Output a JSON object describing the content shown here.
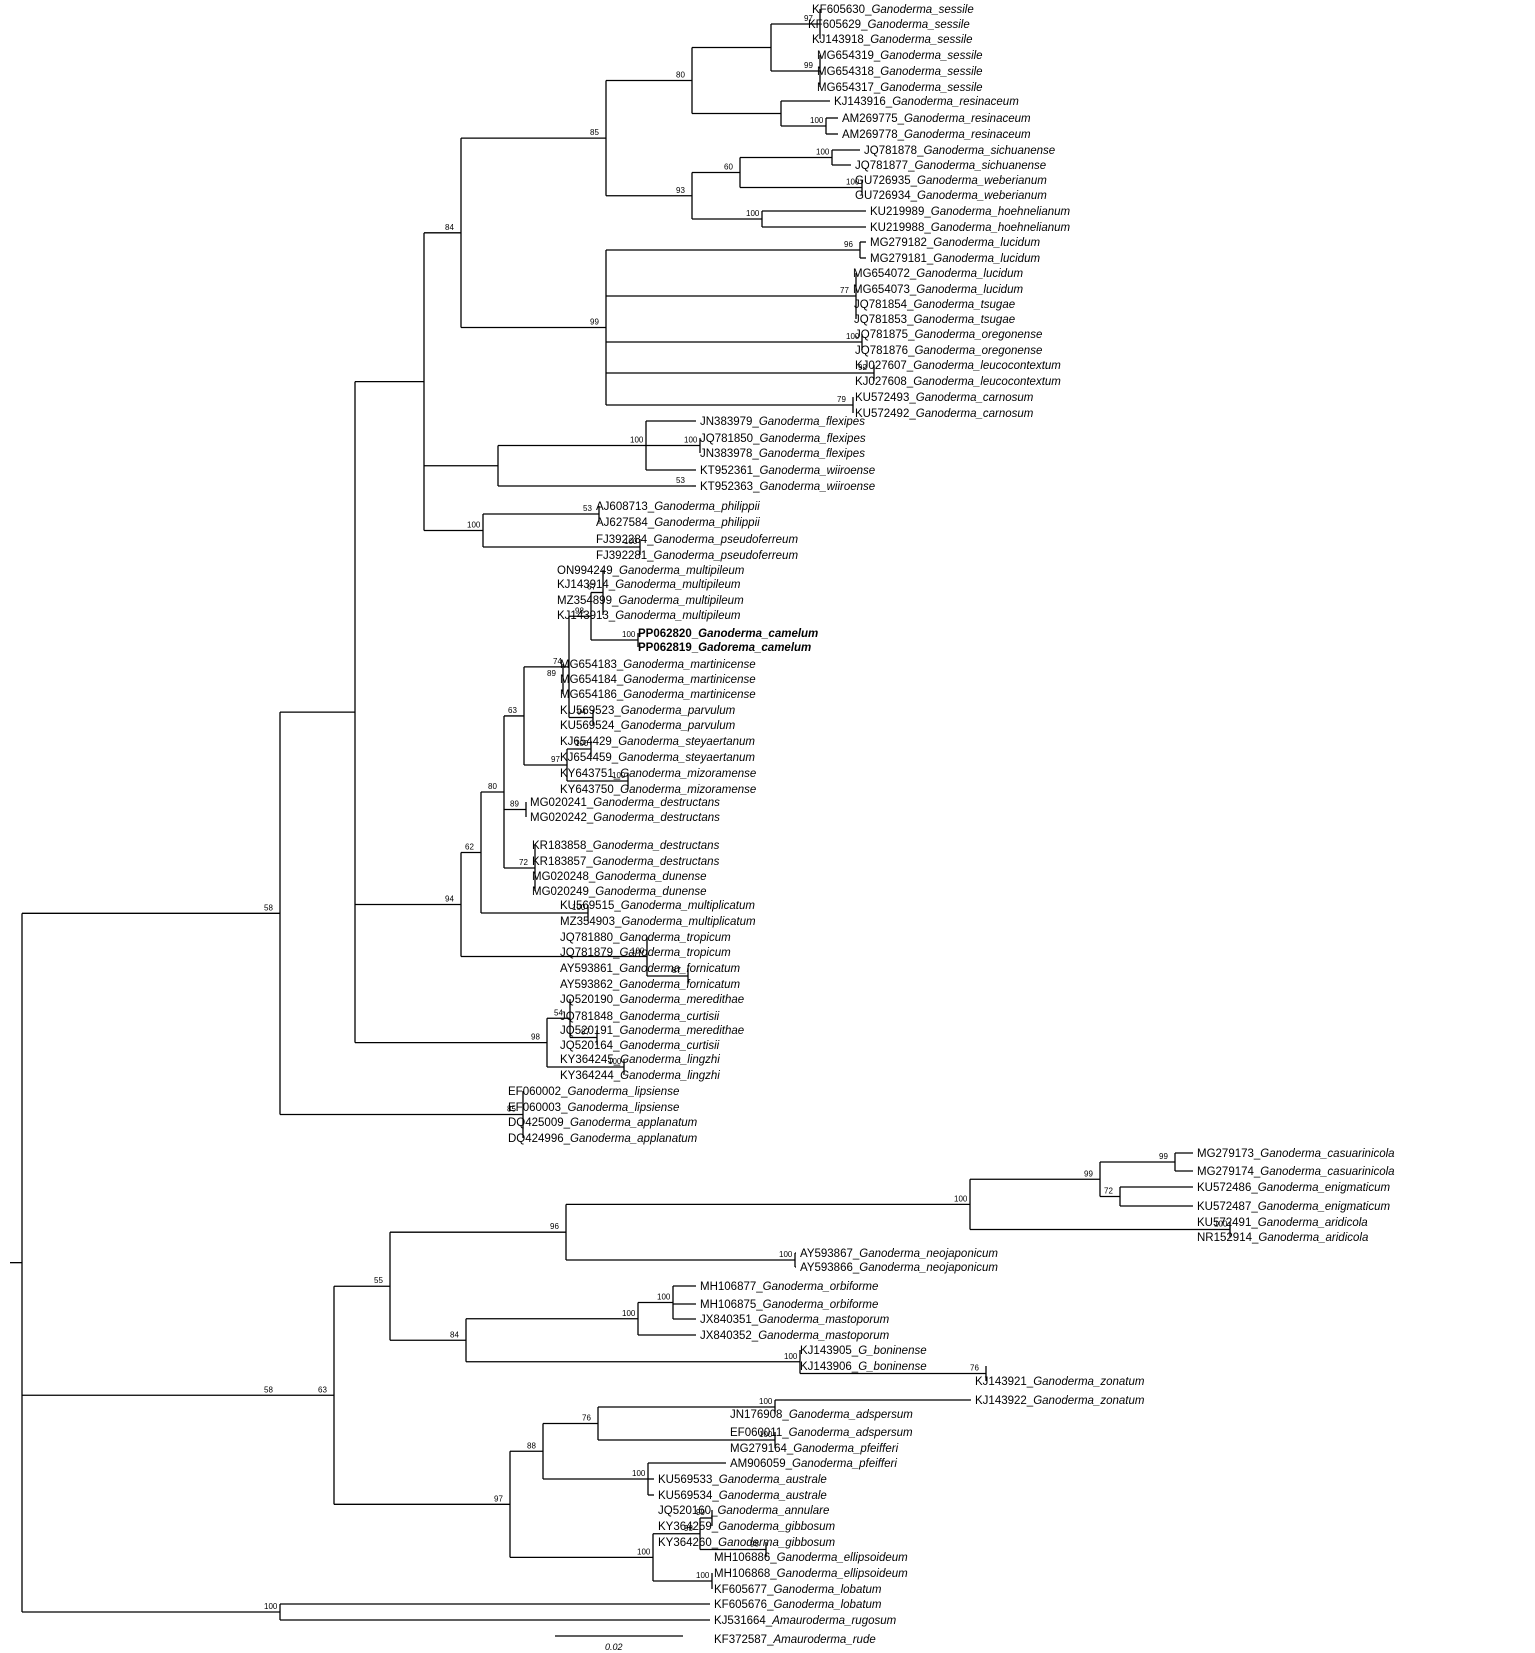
{
  "scale_bar": {
    "label": "0.02"
  },
  "supports": [
    "97",
    "99",
    "80",
    "100",
    "85",
    "100",
    "60",
    "93",
    "100",
    "100",
    "84",
    "96",
    "77",
    "99",
    "100",
    "92",
    "79",
    "100",
    "100",
    "53",
    "100",
    "100",
    "67",
    "84",
    "98",
    "100",
    "74",
    "89",
    "94",
    "63",
    "100",
    "97",
    "100",
    "80",
    "89",
    "72",
    "62",
    "100",
    "94",
    "100",
    "87",
    "54",
    "87",
    "98",
    "100",
    "85",
    "100",
    "58",
    "99",
    "100",
    "72",
    "100",
    "96",
    "100",
    "100",
    "100",
    "84",
    "100",
    "76",
    "55",
    "63",
    "100",
    "100",
    "76",
    "88",
    "100",
    "97",
    "99",
    "98",
    "98",
    "100",
    "100",
    "100"
  ],
  "leaves": [
    {
      "acc": "KF605630_",
      "sp": "Ganoderma_sessile"
    },
    {
      "acc": "KF605629_",
      "sp": "Ganoderma_sessile"
    },
    {
      "acc": "KJ143918_",
      "sp": "Ganoderma_sessile"
    },
    {
      "acc": "MG654319_",
      "sp": "Ganoderma_sessile"
    },
    {
      "acc": "MG654318_",
      "sp": "Ganoderma_sessile"
    },
    {
      "acc": "MG654317_",
      "sp": "Ganoderma_sessile"
    },
    {
      "acc": "KJ143916_",
      "sp": "Ganoderma_resinaceum"
    },
    {
      "acc": "AM269775_",
      "sp": "Ganoderma_resinaceum"
    },
    {
      "acc": "AM269778_",
      "sp": "Ganoderma_resinaceum"
    },
    {
      "acc": "JQ781878_",
      "sp": "Ganoderma_sichuanense"
    },
    {
      "acc": "JQ781877_",
      "sp": "Ganoderma_sichuanense"
    },
    {
      "acc": "GU726935_",
      "sp": "Ganoderma_weberianum"
    },
    {
      "acc": "GU726934_",
      "sp": "Ganoderma_weberianum"
    },
    {
      "acc": "KU219989_",
      "sp": "Ganoderma_hoehnelianum"
    },
    {
      "acc": "KU219988_",
      "sp": "Ganoderma_hoehnelianum"
    },
    {
      "acc": "MG279182_",
      "sp": "Ganoderma_lucidum"
    },
    {
      "acc": "MG279181_",
      "sp": "Ganoderma_lucidum"
    },
    {
      "acc": "MG654072_",
      "sp": "Ganoderma_lucidum"
    },
    {
      "acc": "MG654073_",
      "sp": "Ganoderma_lucidum"
    },
    {
      "acc": "JQ781854_",
      "sp": "Ganoderma_tsugae"
    },
    {
      "acc": "JQ781853_",
      "sp": "Ganoderma_tsugae"
    },
    {
      "acc": "JQ781875_",
      "sp": "Ganoderma_oregonense"
    },
    {
      "acc": "JQ781876_",
      "sp": "Ganoderma_oregonense"
    },
    {
      "acc": "KJ027607_",
      "sp": "Ganoderma_leucocontextum"
    },
    {
      "acc": "KJ027608_",
      "sp": "Ganoderma_leucocontextum"
    },
    {
      "acc": "KU572493_",
      "sp": "Ganoderma_carnosum"
    },
    {
      "acc": "KU572492_",
      "sp": "Ganoderma_carnosum"
    },
    {
      "acc": "JN383979_",
      "sp": "Ganoderma_flexipes"
    },
    {
      "acc": "JQ781850_",
      "sp": "Ganoderma_flexipes"
    },
    {
      "acc": "JN383978_",
      "sp": "Ganoderma_flexipes"
    },
    {
      "acc": "KT952361_",
      "sp": "Ganoderma_wiiroense"
    },
    {
      "acc": "KT952363_",
      "sp": "Ganoderma_wiiroense"
    },
    {
      "acc": "AJ608713_",
      "sp": "Ganoderma_philippii"
    },
    {
      "acc": "AJ627584_",
      "sp": "Ganoderma_philippii"
    },
    {
      "acc": "FJ392284_",
      "sp": "Ganoderma_pseudoferreum"
    },
    {
      "acc": "FJ392281_",
      "sp": "Ganoderma_pseudoferreum"
    },
    {
      "acc": "ON994249_",
      "sp": "Ganoderma_multipileum"
    },
    {
      "acc": "KJ143914_",
      "sp": "Ganoderma_multipileum"
    },
    {
      "acc": "MZ354899_",
      "sp": "Ganoderma_multipileum"
    },
    {
      "acc": "KJ143913_",
      "sp": "Ganoderma_multipileum"
    },
    {
      "acc": "PP062820_",
      "sp": "Ganoderma_camelum",
      "bold": true
    },
    {
      "acc": "PP062819_",
      "sp": "Gadorema_camelum",
      "bold": true
    },
    {
      "acc": "MG654183_",
      "sp": "Ganoderma_martinicense"
    },
    {
      "acc": "MG654184_",
      "sp": "Ganoderma_martinicense"
    },
    {
      "acc": "MG654186_",
      "sp": "Ganoderma_martinicense"
    },
    {
      "acc": "KU569523_",
      "sp": "Ganoderma_parvulum"
    },
    {
      "acc": "KU569524_",
      "sp": "Ganoderma_parvulum"
    },
    {
      "acc": "KJ654429_",
      "sp": "Ganoderma_steyaertanum"
    },
    {
      "acc": "KJ654459_",
      "sp": "Ganoderma_steyaertanum"
    },
    {
      "acc": "KY643751_",
      "sp": "Ganoderma_mizoramense"
    },
    {
      "acc": "KY643750_",
      "sp": "Ganoderma_mizoramense"
    },
    {
      "acc": "MG020241_",
      "sp": "Ganoderma_destructans"
    },
    {
      "acc": "MG020242_",
      "sp": "Ganoderma_destructans"
    },
    {
      "acc": "KR183858_",
      "sp": "Ganoderma_destructans"
    },
    {
      "acc": "KR183857_",
      "sp": "Ganoderma_destructans"
    },
    {
      "acc": "MG020248_",
      "sp": "Ganoderma_dunense"
    },
    {
      "acc": "MG020249_",
      "sp": "Ganoderma_dunense"
    },
    {
      "acc": "KU569515_",
      "sp": "Ganoderma_multiplicatum"
    },
    {
      "acc": "MZ354903_",
      "sp": "Ganoderma_multiplicatum"
    },
    {
      "acc": "JQ781880_",
      "sp": "Ganoderma_tropicum"
    },
    {
      "acc": "JQ781879_",
      "sp": "Ganoderma_tropicum"
    },
    {
      "acc": "AY593861_",
      "sp": "Ganoderma_fornicatum"
    },
    {
      "acc": "AY593862_",
      "sp": "Ganoderma_fornicatum"
    },
    {
      "acc": "JQ520190_",
      "sp": "Ganoderma_meredithae"
    },
    {
      "acc": "JQ781848_",
      "sp": "Ganoderma_curtisii"
    },
    {
      "acc": "JQ520191_",
      "sp": "Ganoderma_meredithae"
    },
    {
      "acc": "JQ520164_",
      "sp": "Ganoderma_curtisii"
    },
    {
      "acc": "KY364245_",
      "sp": "Ganoderma_lingzhi"
    },
    {
      "acc": "KY364244_",
      "sp": "Ganoderma_lingzhi"
    },
    {
      "acc": "EF060002_",
      "sp": "Ganoderma_lipsiense"
    },
    {
      "acc": "EF060003_",
      "sp": "Ganoderma_lipsiense"
    },
    {
      "acc": "DQ425009_",
      "sp": "Ganoderma_applanatum"
    },
    {
      "acc": "DQ424996_",
      "sp": "Ganoderma_applanatum"
    },
    {
      "acc": "MG279173_",
      "sp": "Ganoderma_casuarinicola"
    },
    {
      "acc": "MG279174_",
      "sp": "Ganoderma_casuarinicola"
    },
    {
      "acc": "KU572486_",
      "sp": "Ganoderma_enigmaticum"
    },
    {
      "acc": "KU572487_",
      "sp": "Ganoderma_enigmaticum"
    },
    {
      "acc": "KU572491_",
      "sp": "Ganoderma_aridicola"
    },
    {
      "acc": "NR152914_",
      "sp": "Ganoderma_aridicola"
    },
    {
      "acc": "AY593867_",
      "sp": "Ganoderma_neojaponicum"
    },
    {
      "acc": "AY593866_",
      "sp": "Ganoderma_neojaponicum"
    },
    {
      "acc": "MH106877_",
      "sp": "Ganoderma_orbiforme"
    },
    {
      "acc": "MH106875_",
      "sp": "Ganoderma_orbiforme"
    },
    {
      "acc": "JX840351_",
      "sp": "Ganoderma_mastoporum"
    },
    {
      "acc": "JX840352_",
      "sp": "Ganoderma_mastoporum"
    },
    {
      "acc": "KJ143905_",
      "sp": "G_boninense"
    },
    {
      "acc": "KJ143906_",
      "sp": "G_boninense"
    },
    {
      "acc": "KJ143921_",
      "sp": "Ganoderma_zonatum"
    },
    {
      "acc": "KJ143922_",
      "sp": "Ganoderma_zonatum"
    },
    {
      "acc": "JN176908_",
      "sp": "Ganoderma_adspersum"
    },
    {
      "acc": "EF060011_",
      "sp": "Ganoderma_adspersum"
    },
    {
      "acc": "MG279164_",
      "sp": "Ganoderma_pfeifferi"
    },
    {
      "acc": "AM906059_",
      "sp": "Ganoderma_pfeifferi"
    },
    {
      "acc": "KU569533_",
      "sp": "Ganoderma_australe"
    },
    {
      "acc": "KU569534_",
      "sp": "Ganoderma_australe"
    },
    {
      "acc": "JQ520160_",
      "sp": "Ganoderma_annulare"
    },
    {
      "acc": "KY364259_",
      "sp": "Ganoderma_gibbosum"
    },
    {
      "acc": "KY364260_",
      "sp": "Ganoderma_gibbosum"
    },
    {
      "acc": "MH106886_",
      "sp": "Ganoderma_ellipsoideum"
    },
    {
      "acc": "MH106868_",
      "sp": "Ganoderma_ellipsoideum"
    },
    {
      "acc": "KF605677_",
      "sp": "Ganoderma_lobatum"
    },
    {
      "acc": "KF605676_",
      "sp": "Ganoderma_lobatum"
    },
    {
      "acc": "KJ531664_",
      "sp": "Amauroderma_rugosum"
    },
    {
      "acc": "KF372587_",
      "sp": "Amauroderma_rude"
    }
  ]
}
